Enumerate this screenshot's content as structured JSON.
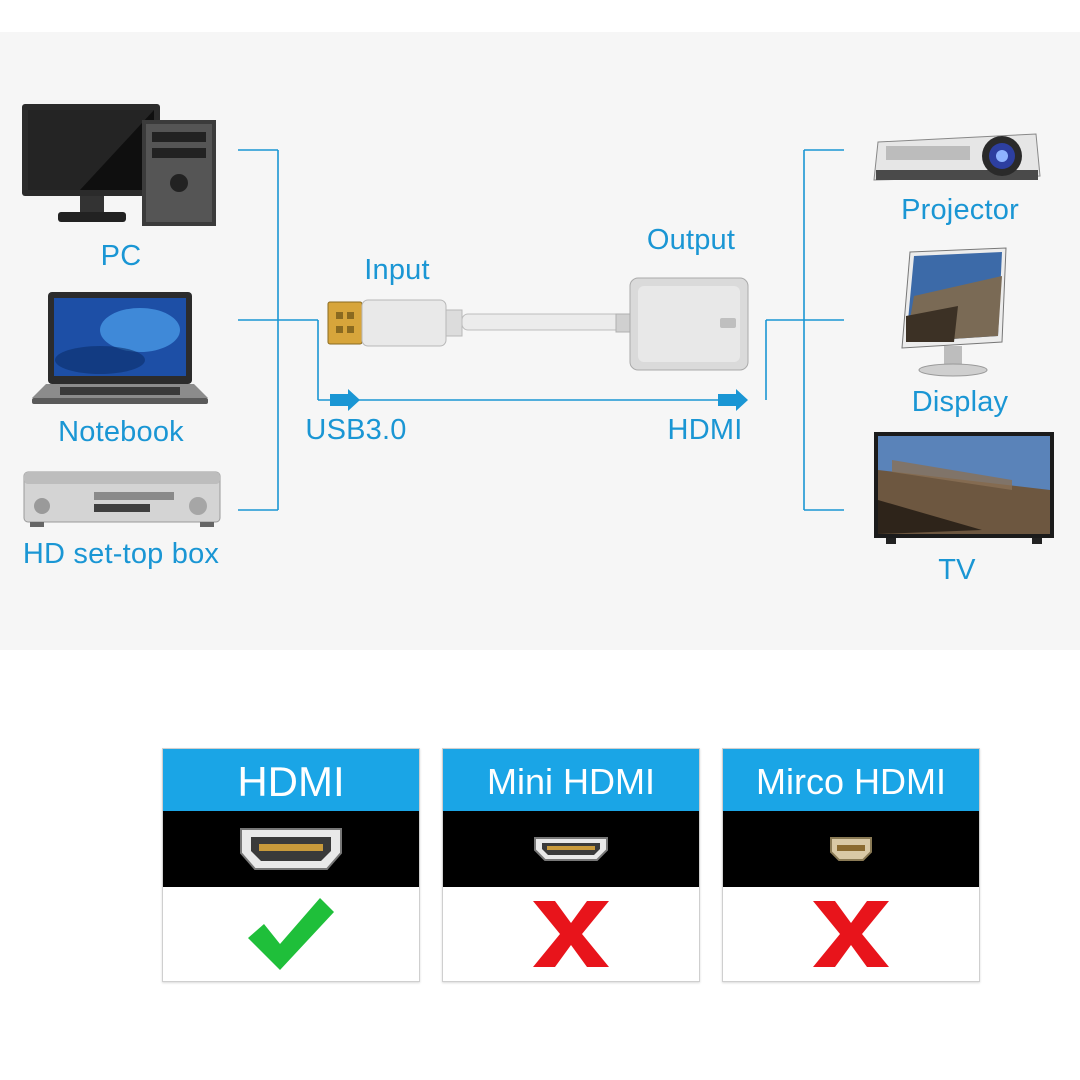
{
  "sources": [
    {
      "label": "PC",
      "icon": "desktop-pc-icon"
    },
    {
      "label": "Notebook",
      "icon": "laptop-icon"
    },
    {
      "label": "HD set-top box",
      "icon": "set-top-box-icon"
    }
  ],
  "targets": [
    {
      "label": "Projector",
      "icon": "projector-icon"
    },
    {
      "label": "Display",
      "icon": "monitor-icon"
    },
    {
      "label": "TV",
      "icon": "tv-icon"
    }
  ],
  "adapter": {
    "input_label": "Input",
    "output_label": "Output",
    "input_port": "USB3.0",
    "output_port": "HDMI"
  },
  "compatibility": [
    {
      "name": "HDMI",
      "supported": true,
      "result_icon": "green-check-icon"
    },
    {
      "name": "Mini HDMI",
      "supported": false,
      "result_icon": "red-x-icon"
    },
    {
      "name": "Mirco HDMI",
      "supported": false,
      "result_icon": "red-x-icon"
    }
  ],
  "colors": {
    "accent": "#1a96d4",
    "card_header": "#1aa5e6",
    "check": "#1fbf3a",
    "cross": "#e8141b"
  }
}
